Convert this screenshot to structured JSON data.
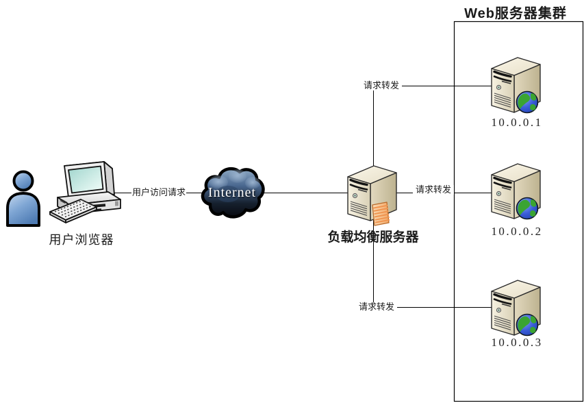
{
  "diagram": {
    "cluster": {
      "title": "Web服务器集群",
      "servers": [
        {
          "ip": "10.0.0.1"
        },
        {
          "ip": "10.0.0.2"
        },
        {
          "ip": "10.0.0.3"
        }
      ]
    },
    "client": {
      "label": "用户浏览器"
    },
    "internet": {
      "label": "Internet"
    },
    "load_balancer": {
      "label": "负载均衡服务器"
    },
    "edges": {
      "client_to_internet": "用户访问请求",
      "forward_top": "请求转发",
      "forward_middle": "请求转发",
      "forward_bottom": "请求转发"
    },
    "icons": [
      "user-icon",
      "desktop-computer-icon",
      "keyboard-icon",
      "internet-cloud-icon",
      "server-tower-icon",
      "globe-icon",
      "network-card-icon"
    ],
    "colors": {
      "line": "#000000",
      "cluster_border": "#000000",
      "server_front": "#ece6d4",
      "server_side": "#cdc3a4",
      "cloud_dark": "#10141c",
      "cloud_steel": "#5a7a9c",
      "person_blue": "#7fa8d9",
      "globe_ocean": "#2b50d0",
      "globe_land": "#3aa432",
      "card_orange": "#ef9450",
      "screen_cyan": "#bfe3dc"
    }
  }
}
